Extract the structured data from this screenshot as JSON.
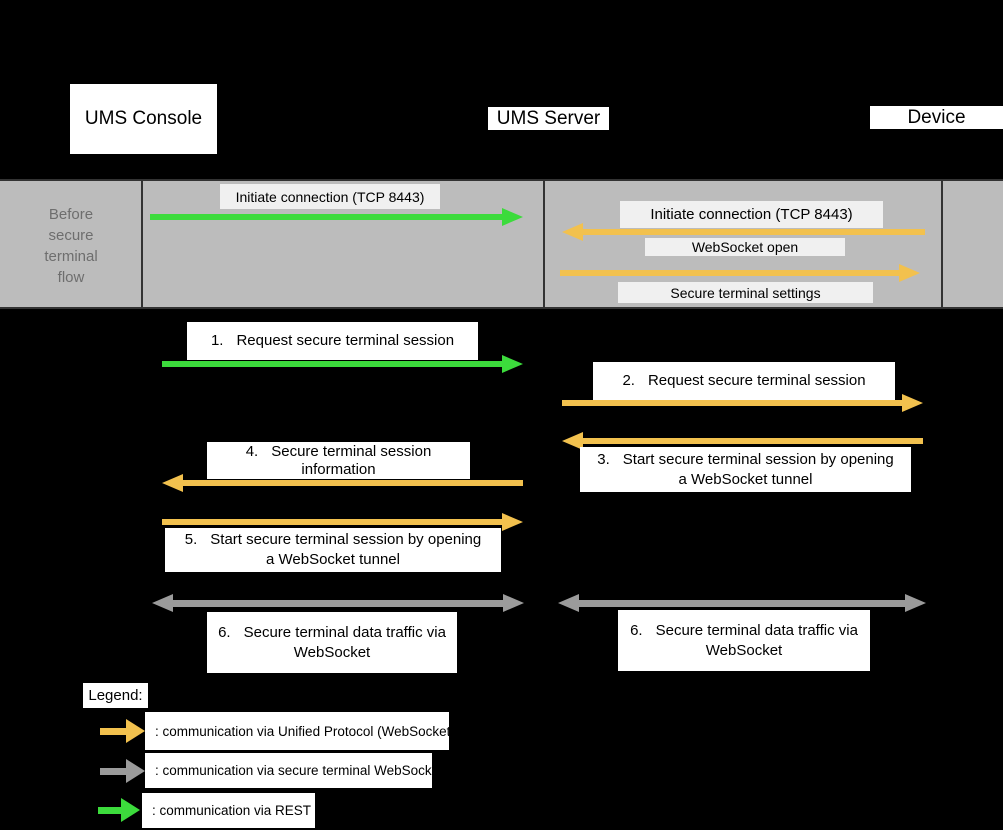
{
  "colors": {
    "background": "#000000",
    "rest_green": "#3CDB3C",
    "unified_protocol_orange": "#F2C14E",
    "secure_websocket_gray": "#9B9B9B",
    "band_background": "#BCBCBC",
    "band_label_background": "#F0F0F0",
    "band_text": "#6E6E6E"
  },
  "actors": {
    "console": "UMS Console",
    "server": "UMS Server",
    "device": "Device"
  },
  "band": {
    "phase_label": "Before secure terminal flow",
    "messages": {
      "console_to_server": "Initiate connection (TCP 8443)",
      "device_to_server": "Initiate connection (TCP 8443)",
      "websocket_open": "WebSocket open",
      "secure_terminal_settings": "Secure terminal settings"
    }
  },
  "steps": [
    {
      "num": "1.",
      "lines": [
        "Request secure terminal session"
      ]
    },
    {
      "num": "2.",
      "lines": [
        "Request secure terminal session"
      ]
    },
    {
      "num": "3.",
      "lines": [
        "Start secure terminal session by opening",
        "a WebSocket tunnel"
      ]
    },
    {
      "num": "4.",
      "lines": [
        "Secure terminal session",
        "information"
      ]
    },
    {
      "num": "5.",
      "lines": [
        "Start secure terminal session by opening",
        "a WebSocket tunnel"
      ]
    },
    {
      "num": "6.",
      "lines": [
        "Secure terminal data traffic via",
        "WebSocket"
      ]
    },
    {
      "num": "6.",
      "lines": [
        "Secure terminal data traffic via",
        "WebSocket"
      ]
    }
  ],
  "legend": {
    "title": "Legend:",
    "items": [
      {
        "arrow": "unified-protocol-arrow",
        "text": ": communication via Unified Protocol (WebSocket)"
      },
      {
        "arrow": "secure-terminal-websocket-arrow",
        "text": ": communication via secure terminal WebSocket"
      },
      {
        "arrow": "rest-arrow",
        "text": ": communication via REST"
      }
    ]
  }
}
